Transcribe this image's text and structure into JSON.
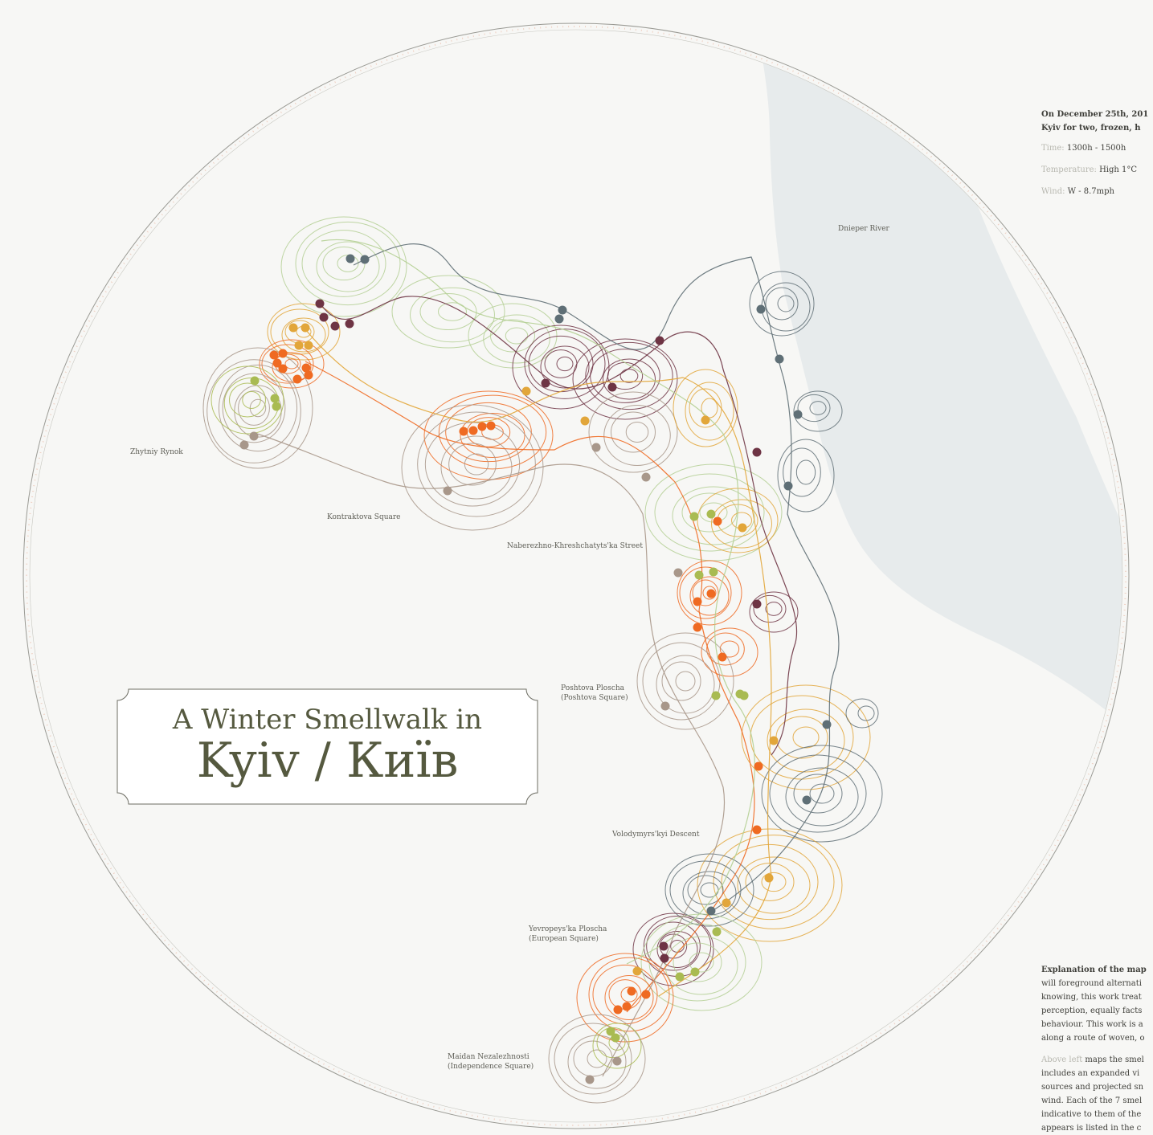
{
  "title": {
    "line1": "A Winter Smellwalk in",
    "line2": "Kyiv / Київ"
  },
  "labels": {
    "zhytniy": "Zhytniy Rynok",
    "kontraktova": "Kontraktova Square",
    "naberezhno": "Naberezhno-Khreshchatyts'ka Street",
    "poshtova_1": "Poshtova Ploscha",
    "poshtova_2": "(Poshtova Square)",
    "volodymyr": "Volodymyrs'kyi Descent",
    "yevropeys_1": "Yevropeys'ka Ploscha",
    "yevropeys_2": "(European Square)",
    "maidan_1": "Maidan Nezalezhnosti",
    "maidan_2": "(Independence Square)",
    "dnieper": "Dnieper River"
  },
  "intro": {
    "heading_1": "On December 25th, 201",
    "heading_2": "Kyiv for two, frozen, h",
    "time_key": "Time:",
    "time_val": "1300h - 1500h",
    "temp_key": "Temperature:",
    "temp_val": "High 1°C",
    "wind_key": "Wind:",
    "wind_val": "W - 8.7mph"
  },
  "explanation": {
    "heading": "Explanation of the map",
    "p1_l1": "will foreground alternati",
    "p1_l2": "knowing, this work treat",
    "p1_l3": "perception, equally facts",
    "p1_l4": "behaviour. This work is a",
    "p1_l5": "along a route of woven, o",
    "p2_muted": "Above left",
    "p2_l1": " maps the smel",
    "p2_l2": "includes an expanded vi",
    "p2_l3": "sources and projected sn",
    "p2_l4": "wind. Each of the 7 smel",
    "p2_l5": "indicative to them of the",
    "p2_l6": "appears is listed in the c"
  },
  "colors": {
    "background": "#f7f7f5",
    "river": "#e7ebec",
    "slate": "#5f6f76",
    "plum": "#6e3444",
    "mustard": "#e2a63a",
    "orange": "#ef6a22",
    "olive": "#a9bb52",
    "tan": "#a8978a",
    "pale_green": "#b4cf94",
    "circle_stroke": "#9a9a94",
    "title_text": "#55593f"
  }
}
